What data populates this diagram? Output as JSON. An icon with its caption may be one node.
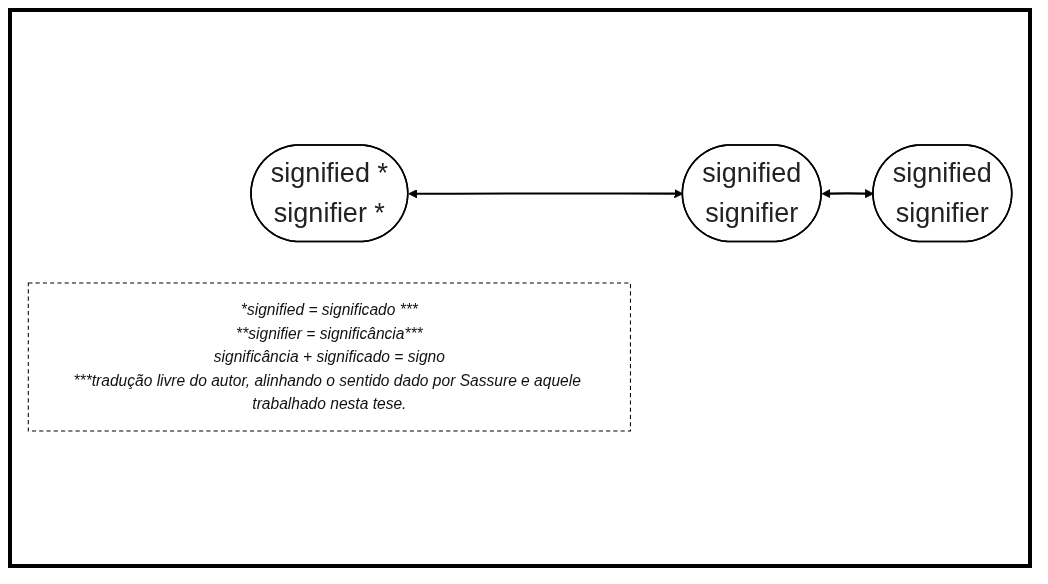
{
  "diagram": {
    "nodes": [
      {
        "text": [
          "signified *",
          "signifier *"
        ]
      },
      {
        "text": [
          "signified",
          "signifier"
        ]
      },
      {
        "text": [
          "signified",
          "signifier"
        ]
      },
      {
        "text": [
          "*signified = significado ***",
          "**signifier = significância***",
          "significância + significado = signo",
          "***tradução livre do autor, alinhando o sentido dado por Sassure e aquele trabalhado nesta tese."
        ]
      }
    ],
    "edges": [
      {
        "from": 0,
        "to": 1,
        "arrow": "both"
      },
      {
        "from": 1,
        "to": 2,
        "arrow": "both"
      }
    ]
  }
}
